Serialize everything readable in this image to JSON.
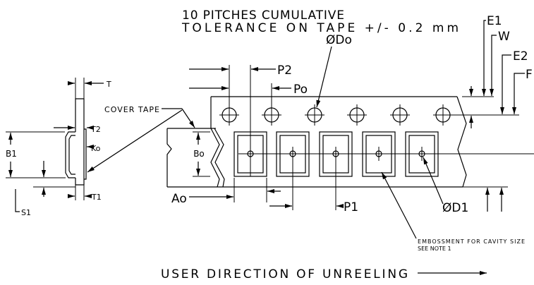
{
  "title": {
    "line1": "10 PITCHES CUMULATIVE",
    "line2": "TOLERANCE ON TAPE +/- 0.2 mm"
  },
  "labels": {
    "E1": "E1",
    "W": "W",
    "E2": "E2",
    "F": "F",
    "Do": "ØDo",
    "P2": "P2",
    "Po": "Po",
    "T": "T",
    "cover_tape": "COVER TAPE",
    "T2": "T2",
    "B1": "B1",
    "Ko": "Ko",
    "Bo": "Bo",
    "S1": "S1",
    "T1": "T1",
    "Ao": "Ao",
    "P1": "P1",
    "D1": "ØD1"
  },
  "note": {
    "line1": "EMBOSSMENT FOR CAVITY SIZE",
    "line2": "SEE NOTE 1"
  },
  "direction": "USER DIRECTION OF UNREELING"
}
